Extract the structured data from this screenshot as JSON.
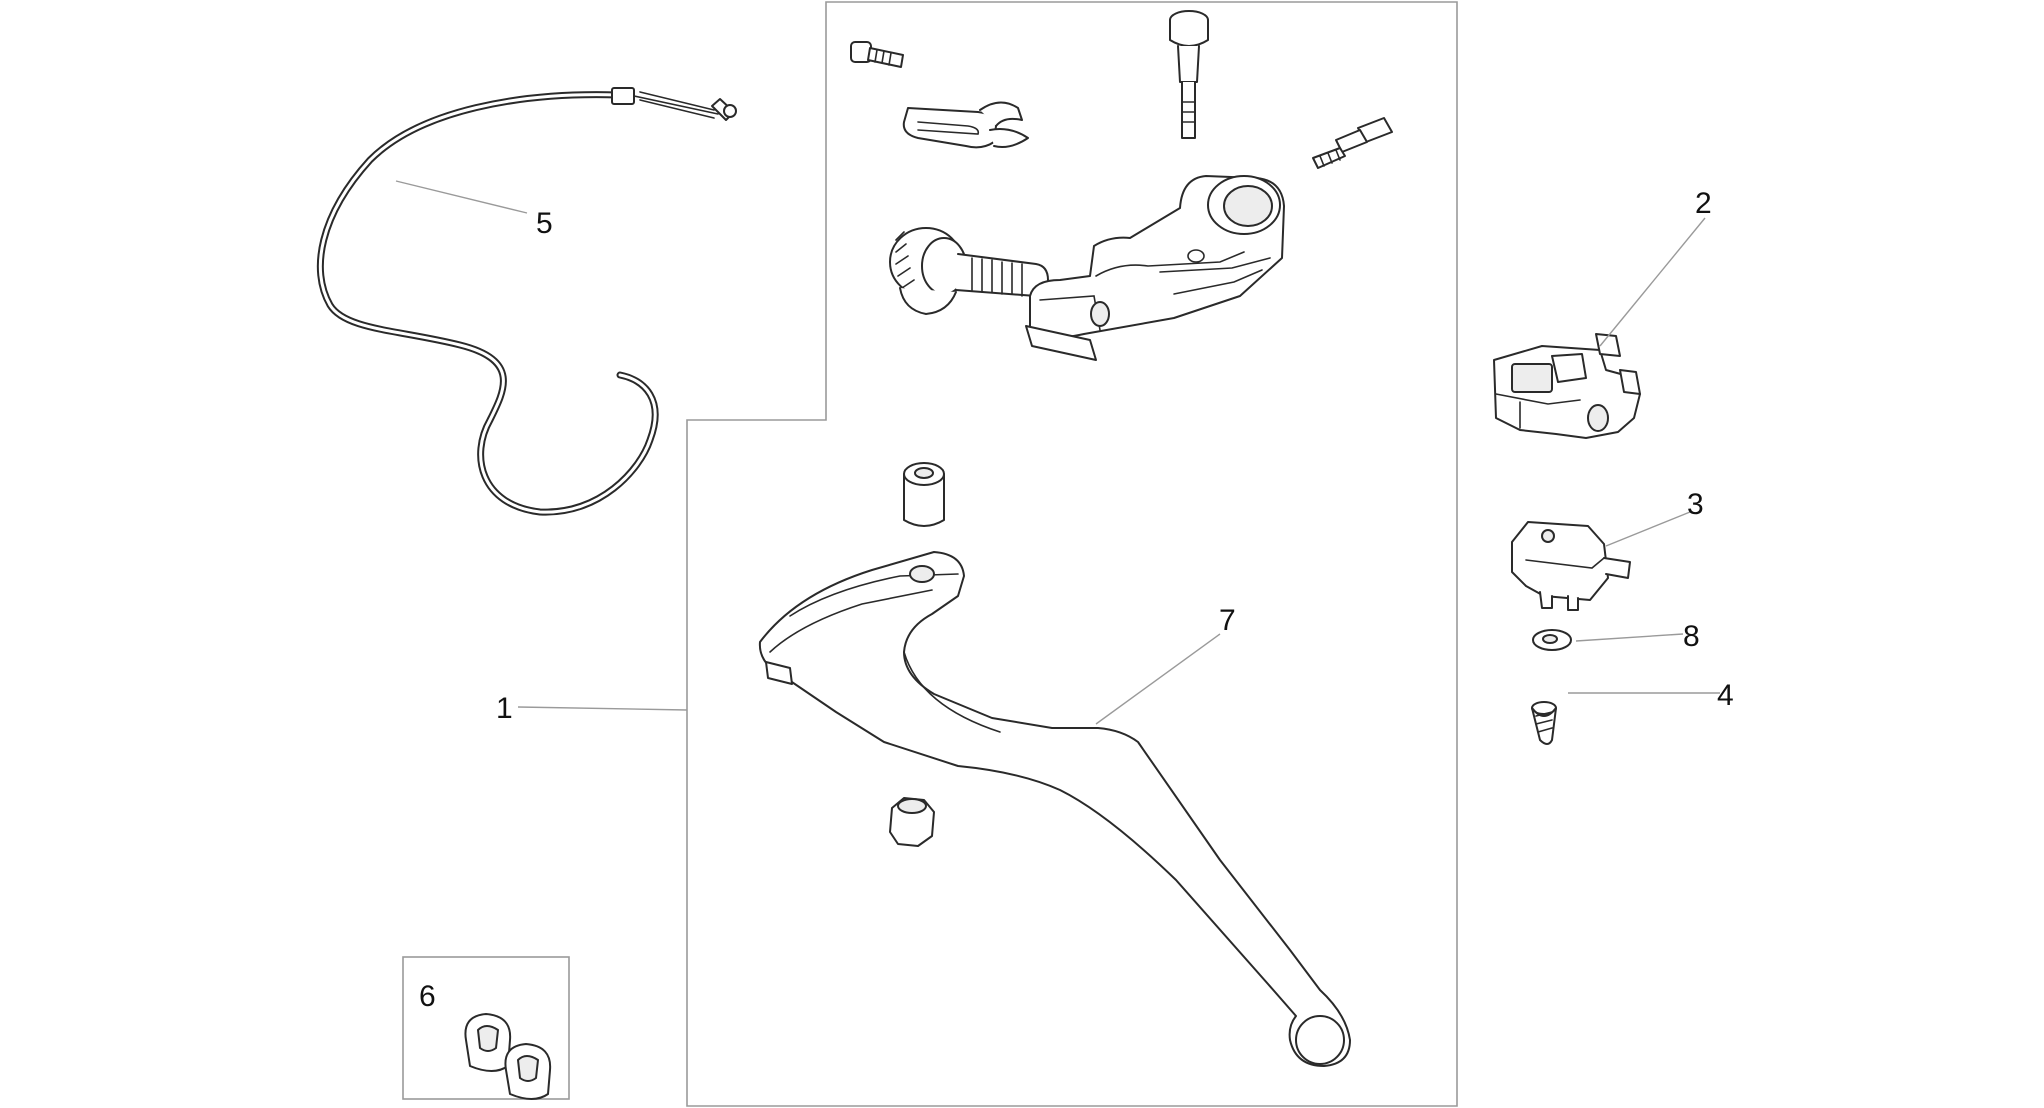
{
  "callouts": [
    {
      "id": "1",
      "label": "1"
    },
    {
      "id": "2",
      "label": "2"
    },
    {
      "id": "3",
      "label": "3"
    },
    {
      "id": "4",
      "label": "4"
    },
    {
      "id": "5",
      "label": "5"
    },
    {
      "id": "6",
      "label": "6"
    },
    {
      "id": "7",
      "label": "7"
    },
    {
      "id": "8",
      "label": "8"
    }
  ],
  "colors": {
    "line": "#2a2a2a",
    "leader": "#9a9a9a",
    "background": "#ffffff"
  }
}
